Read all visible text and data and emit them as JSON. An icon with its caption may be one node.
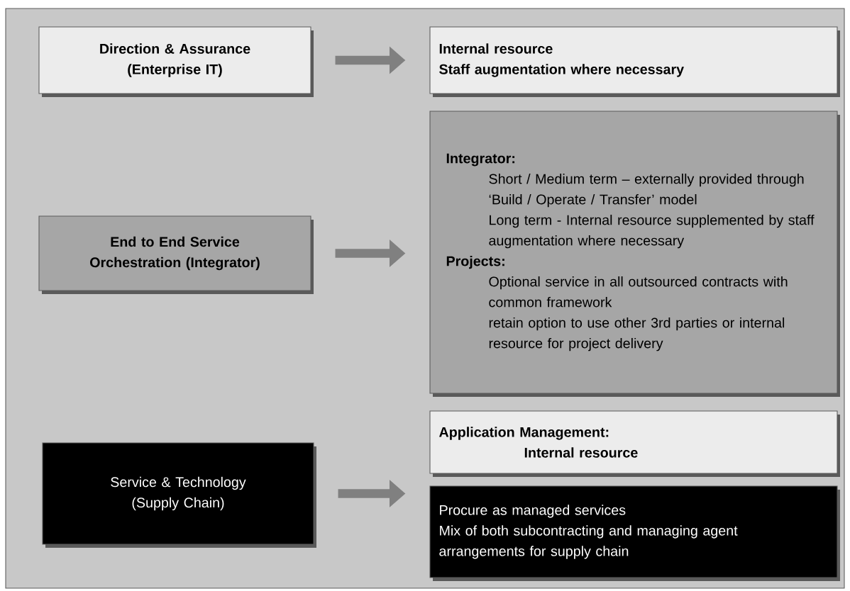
{
  "diagram": {
    "nodes": [
      {
        "text": [
          "Direction & Assurance (Enterprise IT)"
        ]
      },
      {
        "text": [
          "Internal resource",
          "Staff augmentation where necessary"
        ]
      },
      {
        "text": [
          "End to End Service Orchestration (Integrator)"
        ]
      },
      {
        "text": [
          "Integrator:",
          "Short / Medium term  – externally provided through ‘Build / Operate / Transfer’ model",
          "Long term - Internal resource supplemented by staff augmentation where necessary",
          "Projects:",
          "Optional service in all outsourced contracts with common framework",
          "retain option to use other 3rd parties or internal resource for project delivery"
        ]
      },
      {
        "text": [
          "Service & Technology (Supply Chain)"
        ]
      },
      {
        "text": [
          "Application Management:",
          "Internal resource"
        ]
      },
      {
        "text": [
          "Procure as managed services",
          "Mix of both subcontracting and managing agent arrangements for supply chain"
        ]
      }
    ],
    "edges": [
      {
        "from": 0,
        "to": 1,
        "arrow": "to"
      },
      {
        "from": 2,
        "to": 3,
        "arrow": "to"
      },
      {
        "from": 4,
        "to": 6,
        "arrow": "to"
      }
    ]
  }
}
